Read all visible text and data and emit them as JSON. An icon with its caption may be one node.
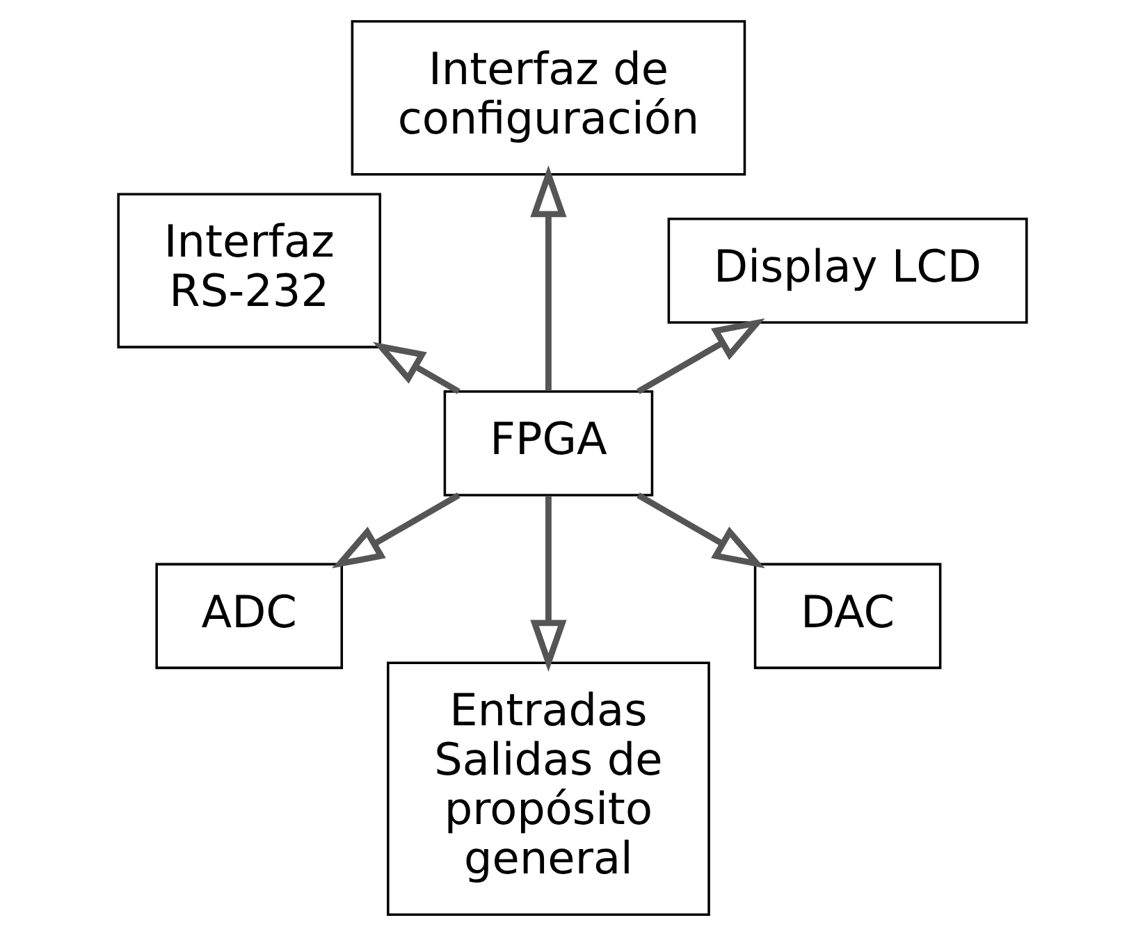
{
  "diagram": {
    "nodes": [
      {
        "text": [
          "Display LCD"
        ]
      },
      {
        "text": [
          "Interfaz de configuración"
        ]
      },
      {
        "text": [
          "Interfaz RS-232"
        ]
      },
      {
        "text": [
          "FPGA"
        ]
      },
      {
        "text": [
          "ADC"
        ]
      },
      {
        "text": [
          "Entradas Salidas de propósito general"
        ]
      },
      {
        "text": [
          "DAC"
        ]
      }
    ],
    "edges": [
      {
        "from": 3,
        "to": 0,
        "arrow": "to"
      },
      {
        "from": 3,
        "to": 1,
        "arrow": "to"
      },
      {
        "from": 3,
        "to": 2,
        "arrow": "to"
      },
      {
        "from": 3,
        "to": 4,
        "arrow": "to"
      },
      {
        "from": 3,
        "to": 5,
        "arrow": "to"
      },
      {
        "from": 3,
        "to": 6,
        "arrow": "to"
      }
    ]
  }
}
